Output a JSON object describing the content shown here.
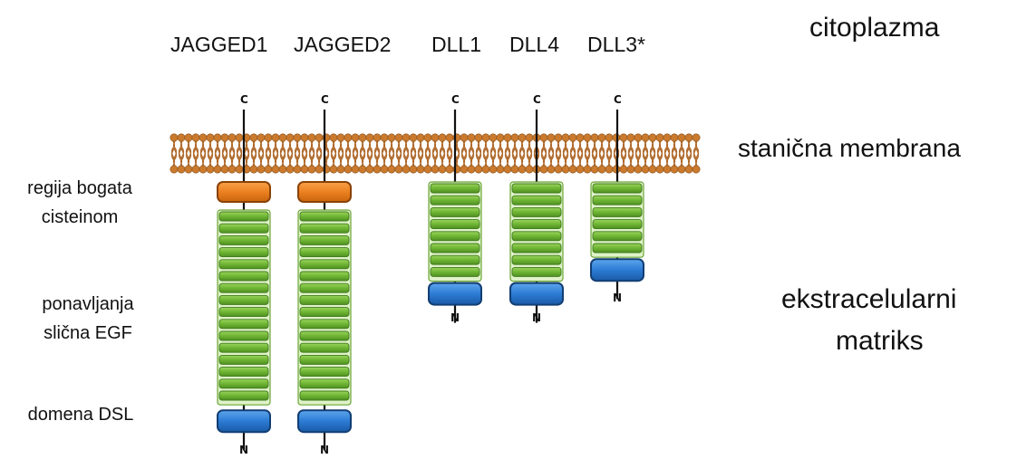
{
  "proteins": [
    {
      "id": "jagged1",
      "name": "JAGGED1",
      "egf_repeats": 16,
      "has_cysteine_rich": true
    },
    {
      "id": "jagged2",
      "name": "JAGGED2",
      "egf_repeats": 16,
      "has_cysteine_rich": true
    },
    {
      "id": "dll1",
      "name": "DLL1",
      "egf_repeats": 8,
      "has_cysteine_rich": false
    },
    {
      "id": "dll4",
      "name": "DLL4",
      "egf_repeats": 8,
      "has_cysteine_rich": false
    },
    {
      "id": "dll3",
      "name": "DLL3*",
      "egf_repeats": 6,
      "has_cysteine_rich": false
    }
  ],
  "terminal_labels": {
    "c": "C",
    "n": "N"
  },
  "regions": {
    "cytoplasm": "citoplazma",
    "membrane": "stanična membrana",
    "extracellular_line1": "ekstracelularni",
    "extracellular_line2": "matriks"
  },
  "domain_labels": {
    "cysteine_rich_line1": "regija bogata",
    "cysteine_rich_line2": "cisteinom",
    "egf_line1": "ponavljanja",
    "egf_line2": "slična EGF",
    "dsl": "domena DSL"
  },
  "colors": {
    "egf_green": "#78c03c",
    "egf_dark": "#3f7a1c",
    "dsl_blue": "#2f7fd6",
    "dsl_dark": "#123e73",
    "cys_orange": "#ee8424",
    "cys_dark": "#8a4208",
    "lipid_head": "#c97a2e",
    "lipid_tail": "#b06a2c"
  }
}
